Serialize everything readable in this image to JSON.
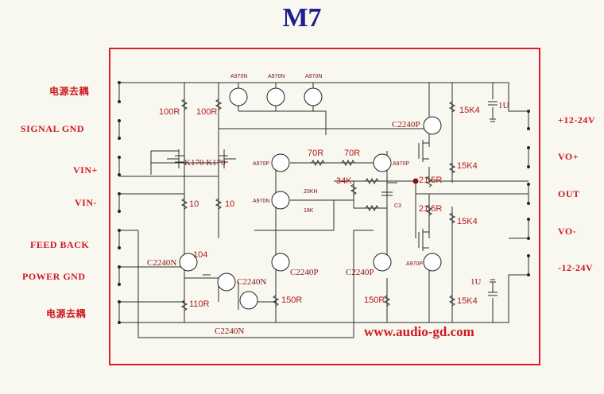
{
  "title": "M7",
  "url": "www.audio-gd.com",
  "left_pins": [
    "电源去耦",
    "SIGNAL   GND",
    "VIN+",
    "VIN-",
    "FEED   BACK",
    "POWER   GND",
    "电源去耦"
  ],
  "right_pins": [
    "+12-24V",
    "VO+",
    "OUT",
    "VO-",
    "-12-24V"
  ],
  "components": {
    "top_pnp": [
      "A970N",
      "A970N",
      "A970N"
    ],
    "r_100_left": "100R",
    "r_100_right": "100R",
    "jfet": "K170 K170",
    "r10_left": "10",
    "r10_right": "10",
    "a970p_upper": "A970P",
    "a970n_mid": "A970N",
    "r70_a": "70R",
    "r70_b": "70R",
    "a970p_drv": "A970P",
    "r34k": "34K",
    "r20k": "20KH",
    "r18k": "18K",
    "c3": "C3",
    "c2240p_top": "C2240P",
    "r15k4_1": "15K4",
    "r15k4_2": "15K4",
    "r15k4_3": "15K4",
    "r15k4_4": "15K4",
    "r21_5a": "21.5R",
    "r21_5b": "21.5R",
    "c1u_top": "1U",
    "c1u_bot": "1U",
    "c2240n_left": "C2240N",
    "r104": "104",
    "c2240n_mid": "C2240N",
    "c2240p_mid": "C2240P",
    "c2240p_right": "C2240P",
    "a970p_bot": "A970P",
    "r110": "110R",
    "r150a": "150R",
    "r150b": "150R",
    "c2240n_bot": "C2240N"
  }
}
